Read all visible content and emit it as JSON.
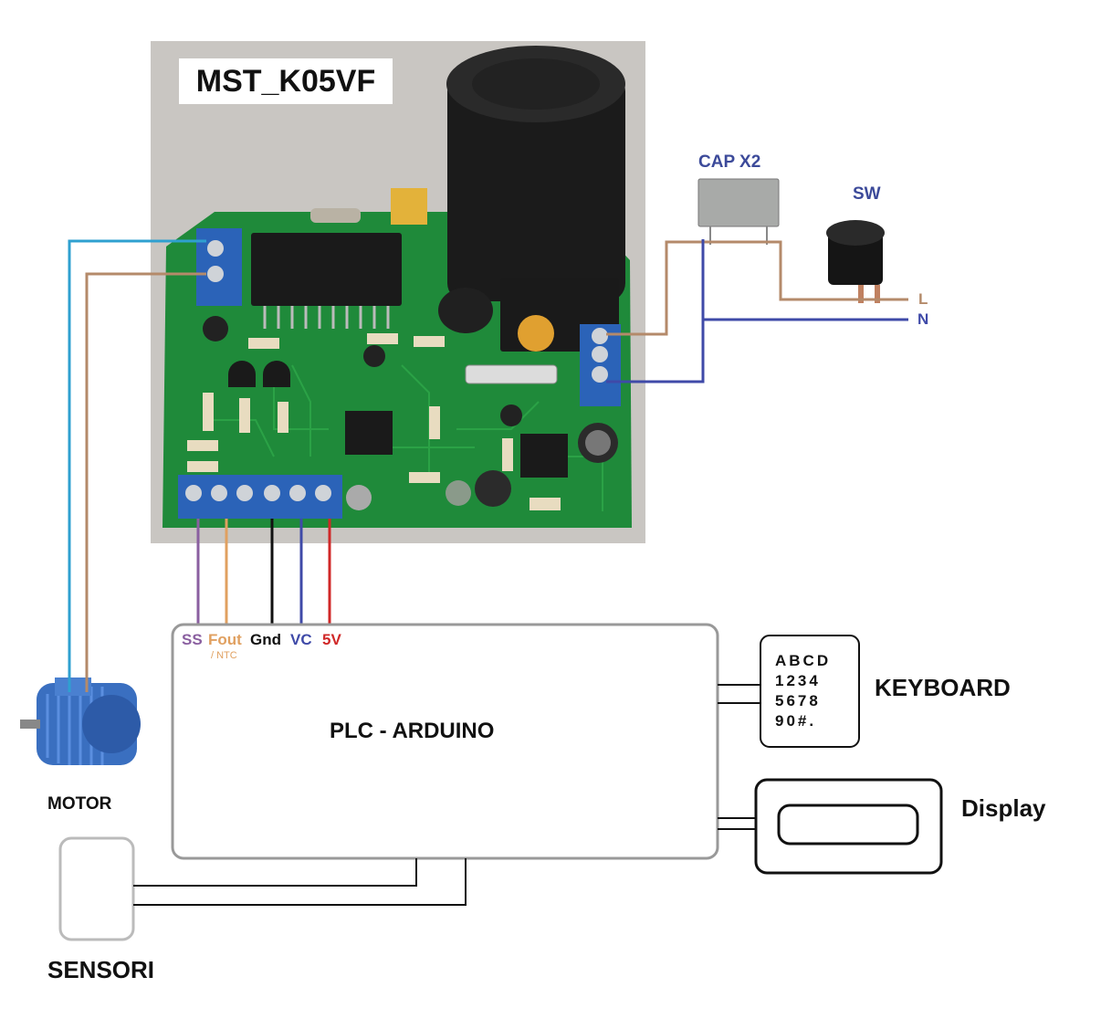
{
  "board": {
    "title": "MST_K05VF"
  },
  "mains": {
    "capacitor_label": "CAP X2",
    "switch_label": "SW",
    "line_label": "L",
    "neutral_label": "N"
  },
  "plc": {
    "title": "PLC -  ARDUINO",
    "pins": {
      "ss": "SS",
      "fout": "Fout",
      "fout_sub": "/ NTC",
      "gnd": "Gnd",
      "vc": "VC",
      "v5": "5V"
    }
  },
  "keyboard": {
    "label": "KEYBOARD",
    "rows": [
      "ABCD",
      "1234",
      "5678",
      "90#."
    ]
  },
  "display": {
    "label": "Display"
  },
  "motor": {
    "label": "MOTOR"
  },
  "sensors": {
    "label": "SENSORI"
  },
  "colors": {
    "wire_blue": "#2fa0d0",
    "wire_brown": "#b48a6a",
    "wire_purple": "#8a5fa0",
    "wire_orange": "#e0a060",
    "wire_black": "#111111",
    "wire_navy": "#3f4aa8",
    "wire_red": "#d02828",
    "pcb_green": "#1f8a3a",
    "terminal_blue": "#2b63b8"
  }
}
